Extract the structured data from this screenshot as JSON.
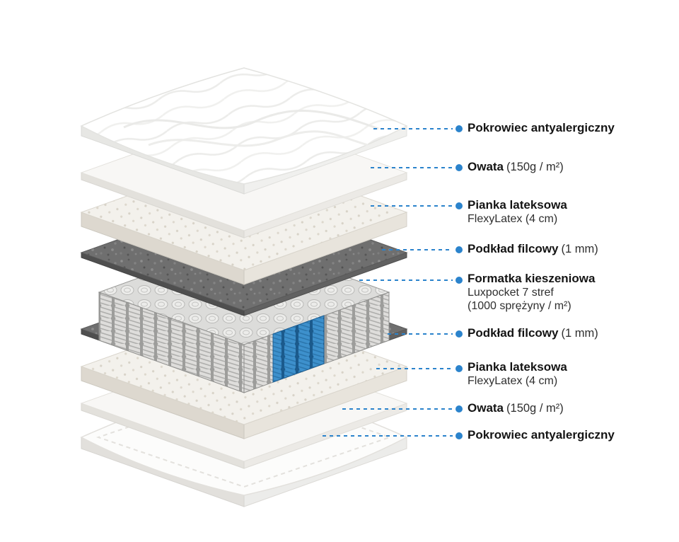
{
  "page": {
    "background": "#ffffff",
    "description": "Exploded diagram of mattress layers with callout labels"
  },
  "colors": {
    "accent_blue": "#2b83cc",
    "spring_blue": "#3d90cc",
    "felt_gray": "#6f6f6f",
    "foam_cream": "#f3f1ec",
    "cover_white": "#ffffff",
    "text_dark": "#141414",
    "text_secondary": "#2f2f2f"
  },
  "diagram": {
    "type": "mattress-layer-diagram",
    "layers": [
      {
        "id": "top-cover",
        "kind": "cover"
      },
      {
        "id": "owata-top",
        "kind": "wadding"
      },
      {
        "id": "latex-top",
        "kind": "latex-foam"
      },
      {
        "id": "felt-top",
        "kind": "felt"
      },
      {
        "id": "pocket-springs",
        "kind": "springs"
      },
      {
        "id": "felt-bottom",
        "kind": "felt"
      },
      {
        "id": "latex-bottom",
        "kind": "latex-foam"
      },
      {
        "id": "owata-bottom",
        "kind": "wadding"
      },
      {
        "id": "bottom-cover",
        "kind": "cover"
      }
    ]
  },
  "labels": [
    {
      "title": "Pokrowiec antyalergiczny",
      "suffix": "",
      "subtitles": []
    },
    {
      "title": "Owata",
      "suffix": "(150g / m²)",
      "subtitles": []
    },
    {
      "title": "Pianka lateksowa",
      "suffix": "",
      "subtitles": [
        "FlexyLatex (4 cm)"
      ]
    },
    {
      "title": "Podkład filcowy",
      "suffix": "(1 mm)",
      "subtitles": []
    },
    {
      "title": "Formatka kieszeniowa",
      "suffix": "",
      "subtitles": [
        "Luxpocket 7 stref",
        "(1000 sprężyny / m²)"
      ]
    },
    {
      "title": "Podkład filcowy",
      "suffix": "(1 mm)",
      "subtitles": []
    },
    {
      "title": "Pianka lateksowa",
      "suffix": "",
      "subtitles": [
        "FlexyLatex (4 cm)"
      ]
    },
    {
      "title": "Owata",
      "suffix": "(150g / m²)",
      "subtitles": []
    },
    {
      "title": "Pokrowiec antyalergiczny",
      "suffix": "",
      "subtitles": []
    }
  ]
}
